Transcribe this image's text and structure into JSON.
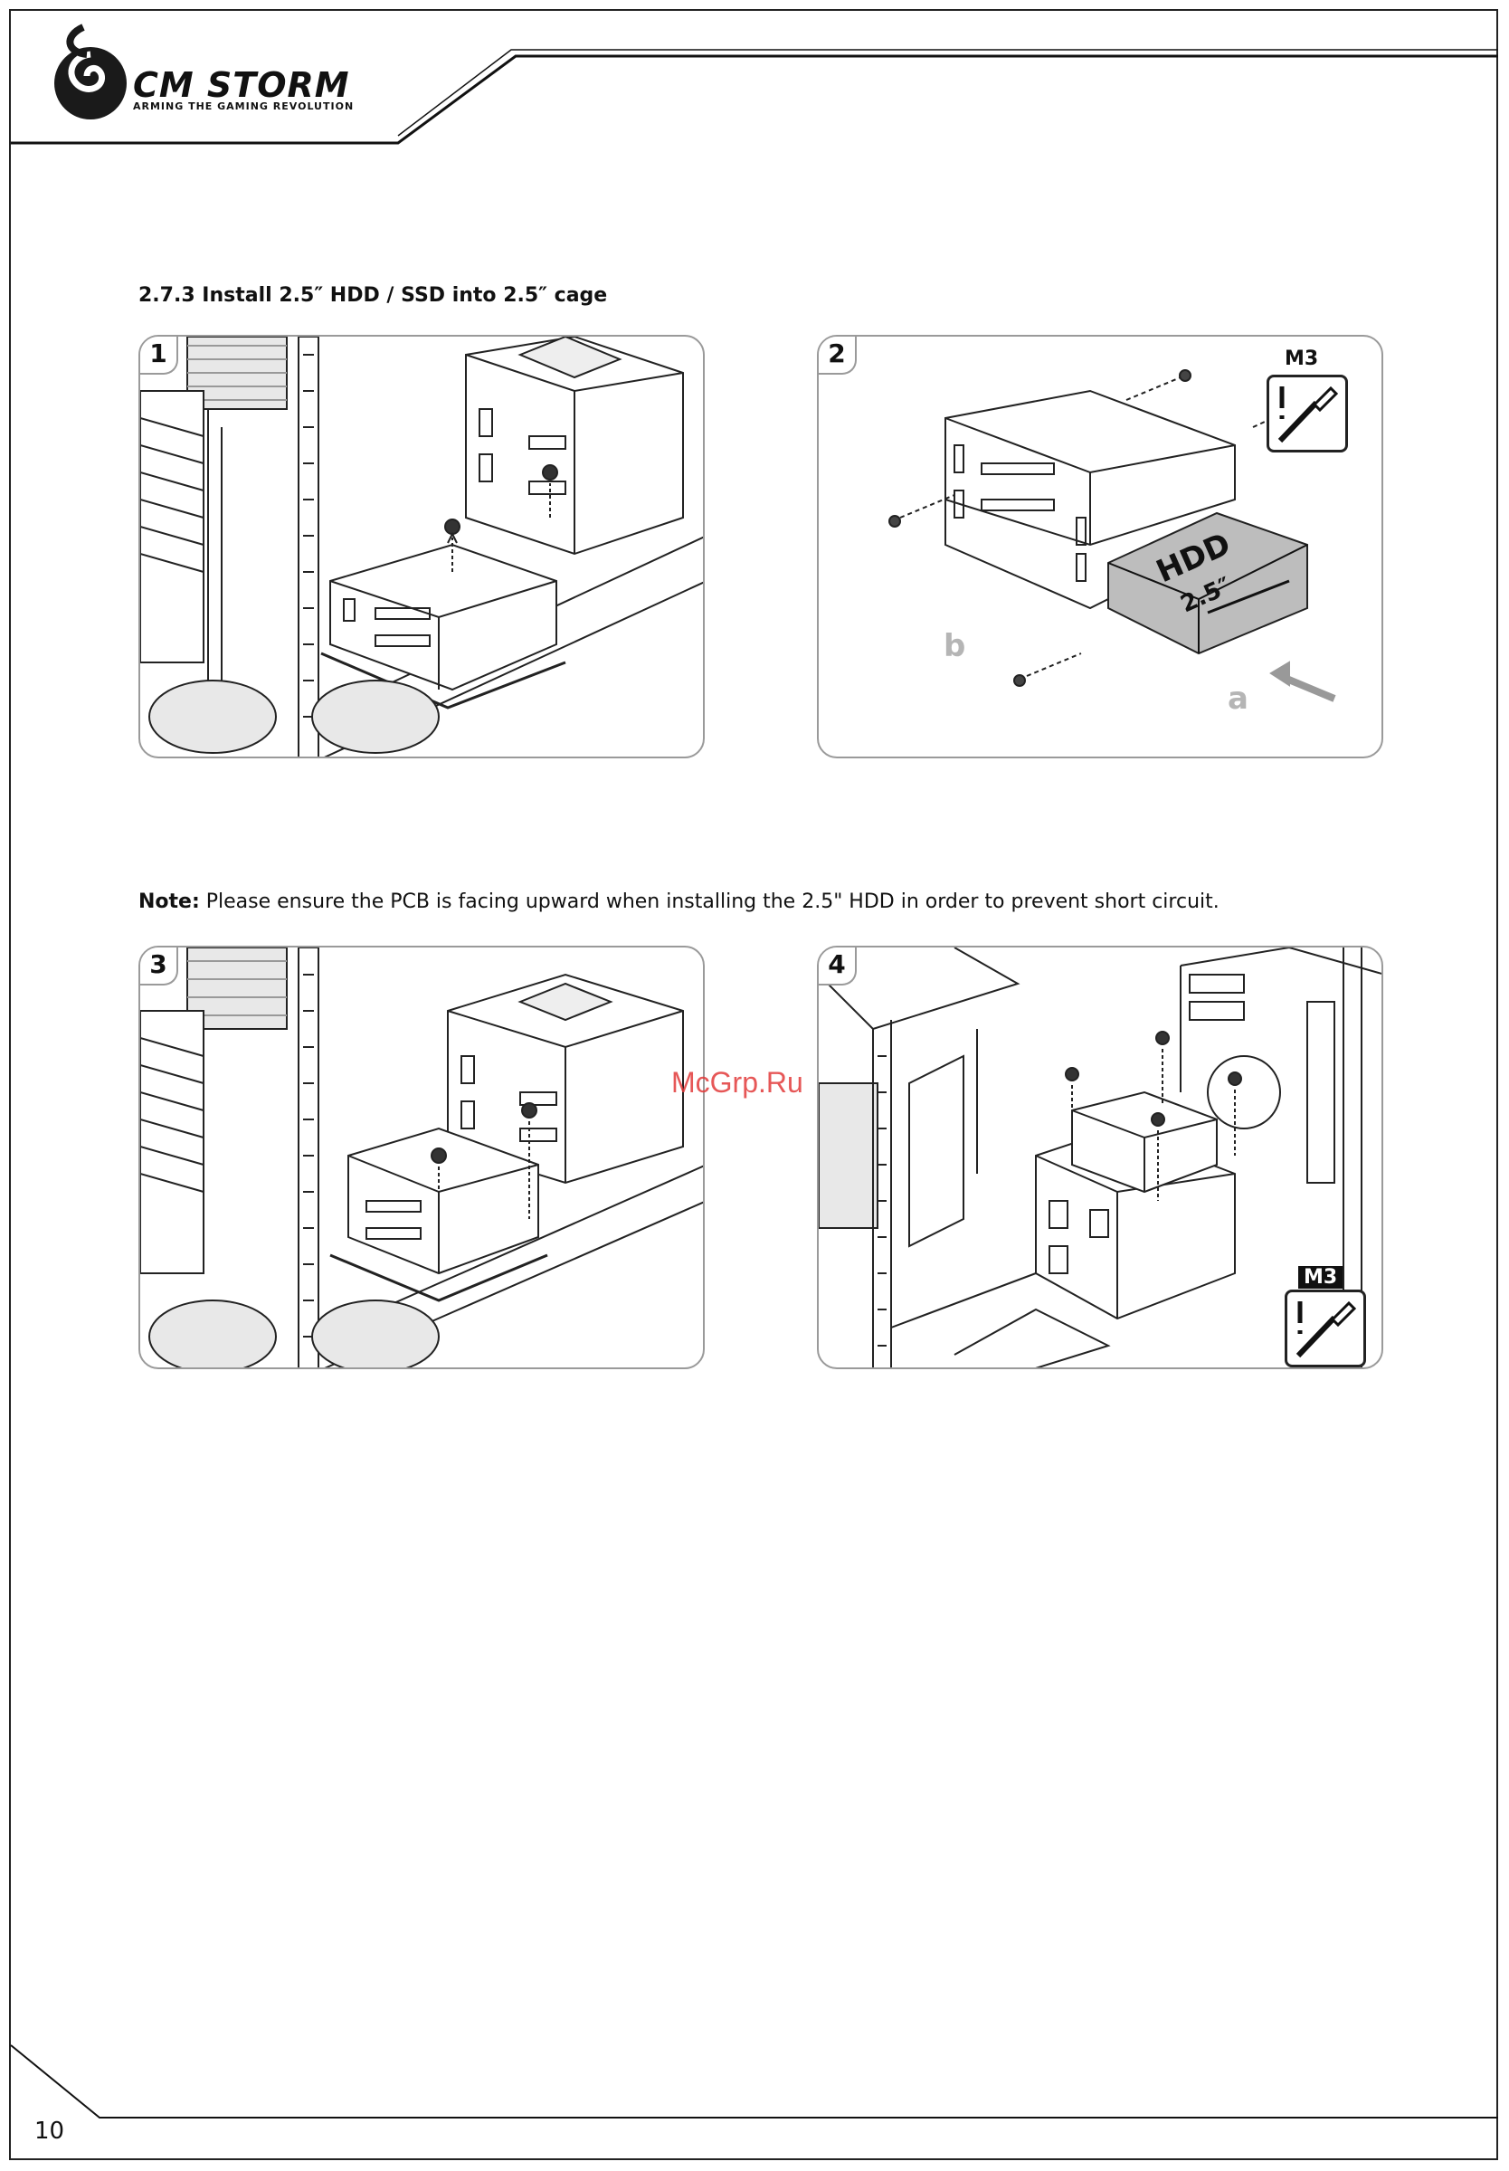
{
  "brand": {
    "name": "CM STORM",
    "tagline": "ARMING THE GAMING REVOLUTION"
  },
  "section": {
    "title": "2.7.3 Install 2.5″ HDD / SSD into 2.5″ cage"
  },
  "steps": [
    {
      "number": "1"
    },
    {
      "number": "2",
      "tool_label": "M3",
      "drive_label": "HDD",
      "drive_size": "2.5″",
      "arrow_a": "a",
      "arrow_b": "b"
    },
    {
      "number": "3"
    },
    {
      "number": "4",
      "tool_label": "M3"
    }
  ],
  "note": {
    "label": "Note:",
    "text": " Please ensure the PCB is facing upward when installing the 2.5\" HDD in order to prevent short circuit."
  },
  "watermark": "McGrp.Ru",
  "footer": {
    "page_number": "10"
  }
}
